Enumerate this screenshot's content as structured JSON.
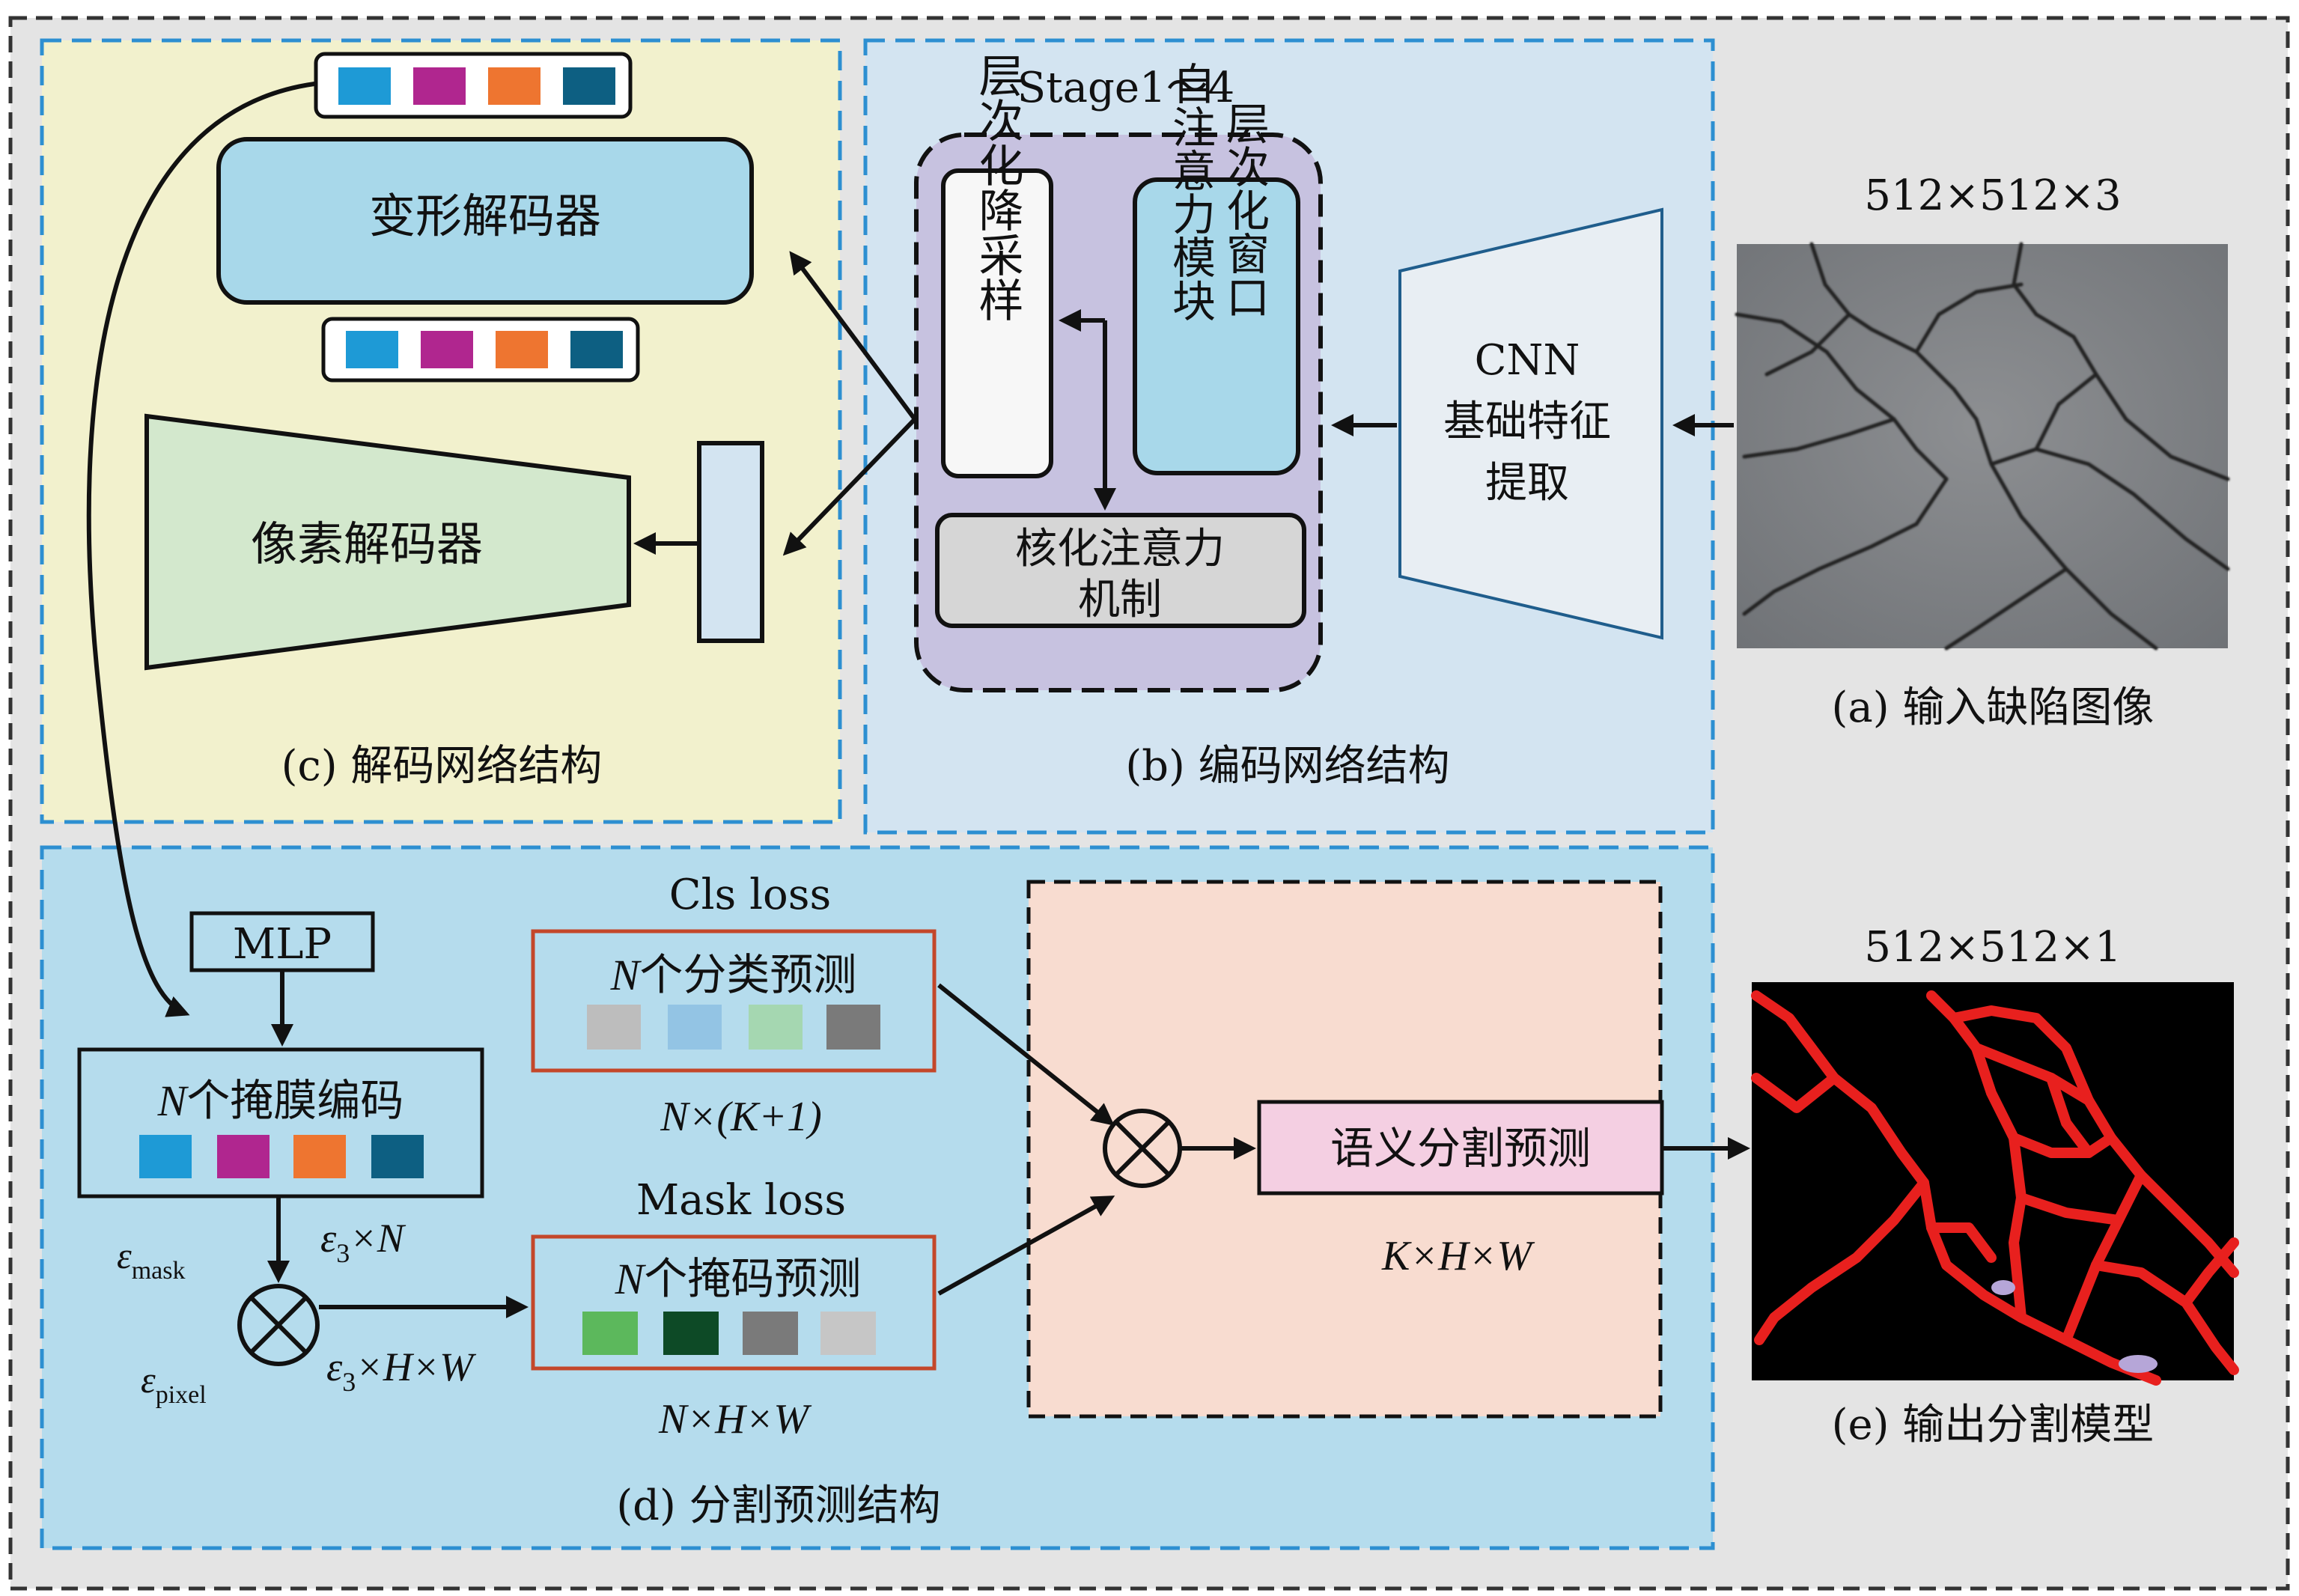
{
  "colors": {
    "outer_bg": "#e4e4e4",
    "decoder_bg": "#f2f1cd",
    "encoder_bg": "#d3e4f1",
    "segment_bg": "#b5dced",
    "fusion_bg": "#f8dcd0",
    "stage_bg": "#c7c2e0",
    "deform_decoder": "#a8d8ea",
    "pixel_decoder": "#d3e8cd",
    "self_attn": "#a8d8ea",
    "kernel_attn": "#d6d6d6",
    "semantic_box": "#f4cfe2",
    "dashed_border": "#2d8fd1",
    "pred_border": "#c4472a",
    "crack_red": "#e8201e",
    "token_colors": [
      "#1e9ad6",
      "#b0268f",
      "#ee7530",
      "#0d5f82"
    ],
    "cls_colors": [
      "#bdbdbd",
      "#93c4e4",
      "#a5d7b1",
      "#7a7a7a"
    ],
    "mask_colors": [
      "#5cb85c",
      "#0d4a26",
      "#7a7a7a",
      "#c6c6c6"
    ]
  },
  "decoder": {
    "caption": "(c) 解码网络结构",
    "deform_decoder": "变形解码器",
    "pixel_decoder": "像素解码器"
  },
  "encoder": {
    "caption": "(b) 编码网络结构",
    "stage": "Stage1～4",
    "hier_down": "层次化降采样",
    "self_attn_col1": "自注意力模块",
    "self_attn_col2": "层次化窗口",
    "kernel_attn_line1": "核化注意力",
    "kernel_attn_line2": "机制",
    "cnn_line1": "CNN",
    "cnn_line2": "基础特征",
    "cnn_line3": "提取"
  },
  "input": {
    "size": "512×512×3",
    "caption": "(a) 输入缺陷图像"
  },
  "output": {
    "size": "512×512×1",
    "caption": "(e) 输出分割模型"
  },
  "segment": {
    "caption": "(d) 分割预测结构",
    "mlp": "MLP",
    "mask_encoding_n": "N",
    "mask_encoding": "个掩膜编码",
    "eps_mask": "ε",
    "eps_mask_sub": "mask",
    "eps_pixel": "ε",
    "eps_pixel_sub": "pixel",
    "e3n_eps": "ε",
    "e3n_sub": "3",
    "e3n_rest": "×N",
    "e3hw_eps": "ε",
    "e3hw_sub": "3",
    "e3hw_rest": "×H×W",
    "cls_loss": "Cls loss",
    "cls_pred_n": "N",
    "cls_pred": "个分类预测",
    "cls_dim": "N×(K+1)",
    "mask_loss": "Mask loss",
    "mask_pred_n": "N",
    "mask_pred": "个掩码预测",
    "mask_dim": "N×H×W",
    "semantic": "语义分割预测",
    "semantic_dim": "K×H×W"
  }
}
